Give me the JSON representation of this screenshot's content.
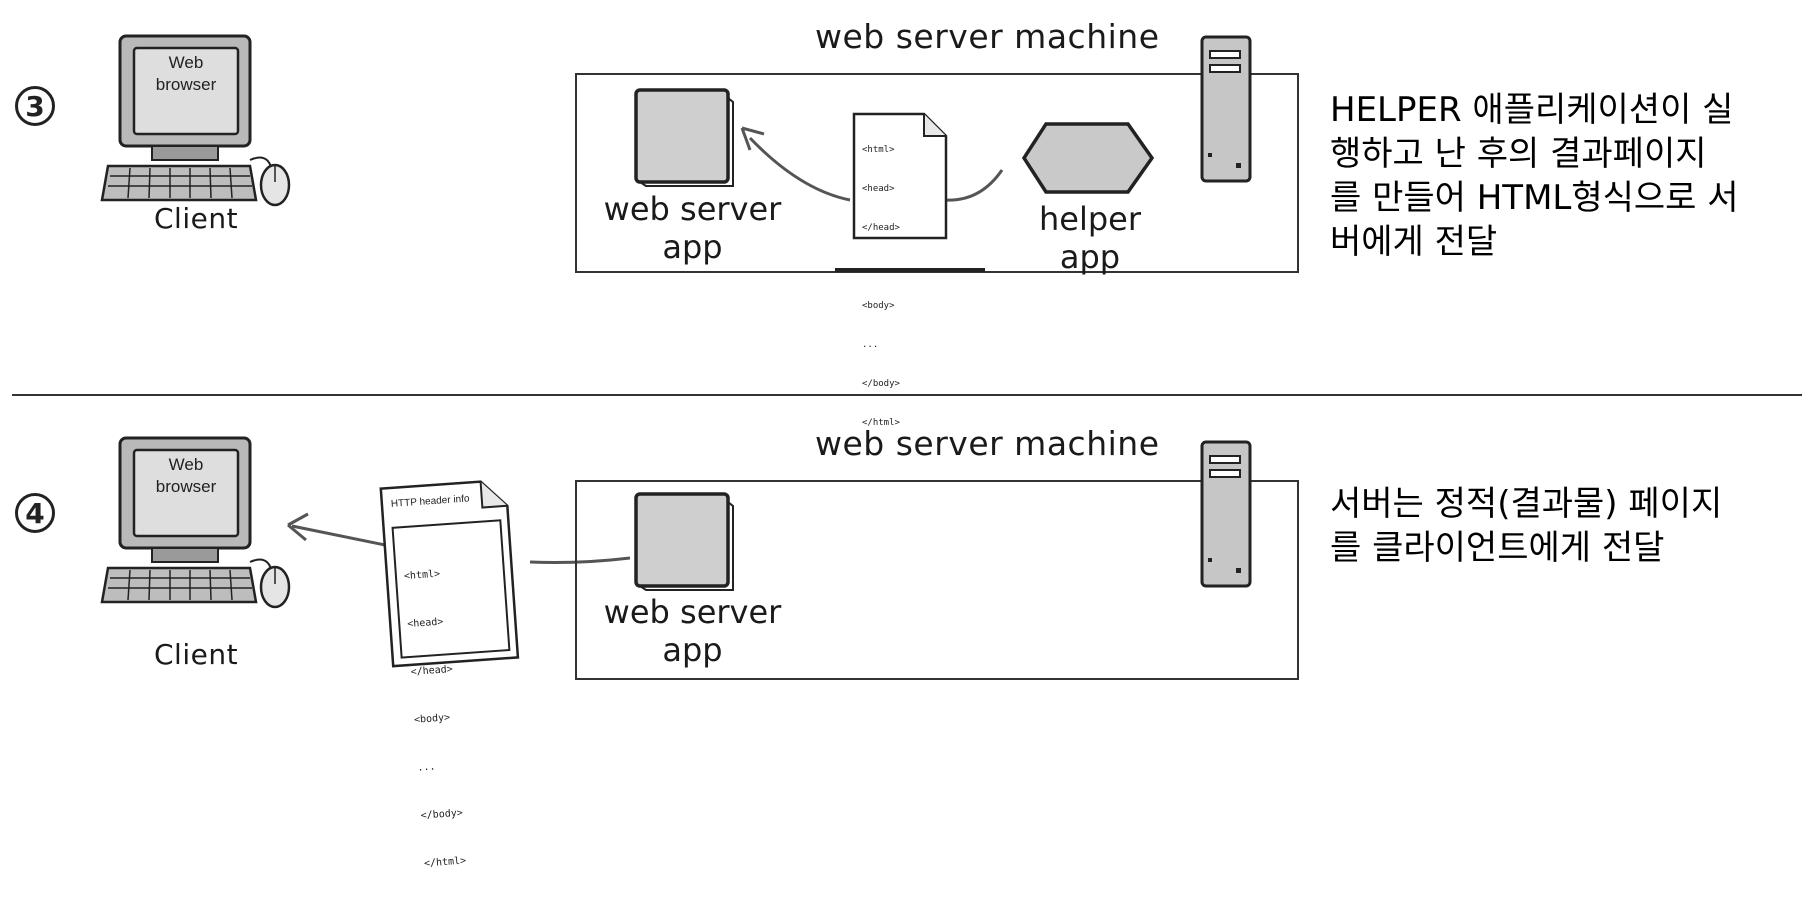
{
  "steps": [
    {
      "number": "3",
      "client": {
        "screen_text_1": "Web",
        "screen_text_2": "browser",
        "label": "Client"
      },
      "machine_title": "web server machine",
      "web_server_app": {
        "line1": "web server",
        "line2": "app"
      },
      "helper_app": {
        "label": "helper app"
      },
      "document": {
        "lines": [
          "<html>",
          "<head>",
          "</head>",
          "",
          "<body>",
          "...",
          "</body>",
          "</html>"
        ]
      },
      "description_lines": [
        "HELPER 애플리케이션이 실",
        "행하고 난 후의 결과페이지",
        "를 만들어 HTML형식으로 서",
        "버에게 전달"
      ]
    },
    {
      "number": "4",
      "client": {
        "screen_text_1": "Web",
        "screen_text_2": "browser",
        "label": "Client"
      },
      "machine_title": "web server machine",
      "web_server_app": {
        "line1": "web server",
        "line2": "app"
      },
      "document": {
        "header": "HTTP header info",
        "lines": [
          "<html>",
          "<head>",
          "</head>",
          "<body>",
          "...",
          "</body>",
          "</html>"
        ]
      },
      "description_lines": [
        "서버는 정적(결과물) 페이지",
        "를 클라이언트에게 전달"
      ]
    }
  ],
  "colors": {
    "ink": "#222222",
    "box_fill": "#cfcfcf",
    "paper": "#ffffff"
  }
}
